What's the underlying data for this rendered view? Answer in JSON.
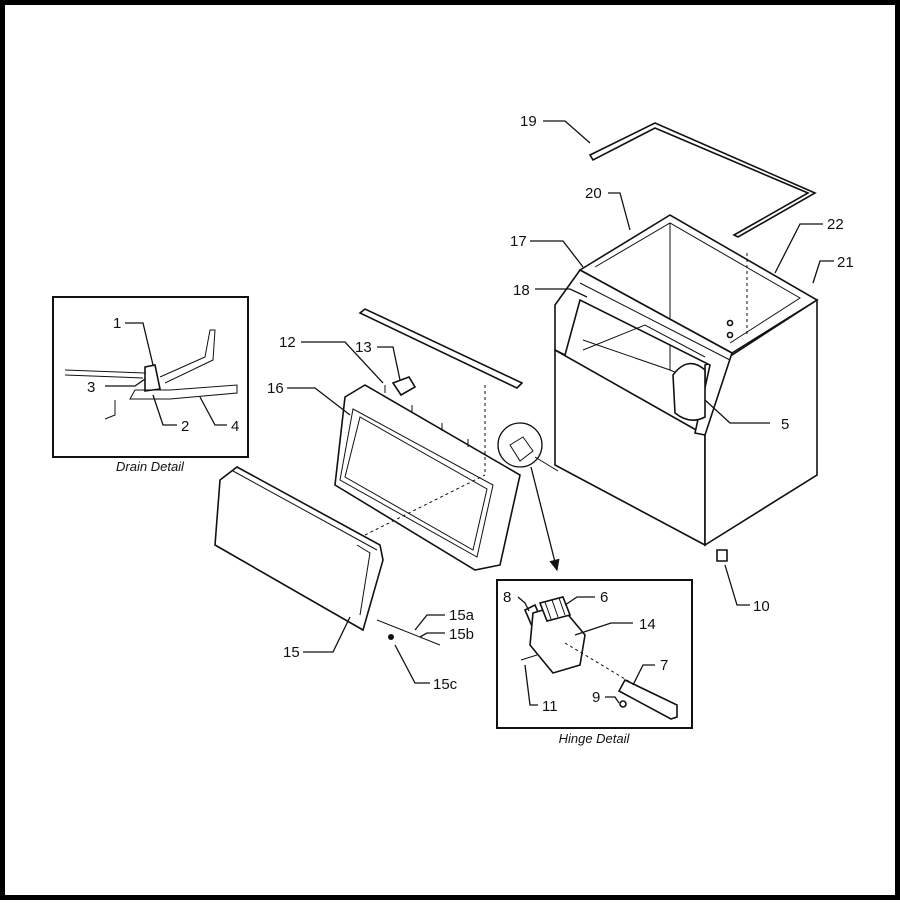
{
  "callouts": {
    "c1": "1",
    "c2": "2",
    "c3": "3",
    "c4": "4",
    "c5": "5",
    "c6": "6",
    "c7": "7",
    "c8": "8",
    "c9": "9",
    "c10": "10",
    "c11": "11",
    "c12": "12",
    "c13": "13",
    "c14": "14",
    "c15": "15",
    "c15a": "15a",
    "c15b": "15b",
    "c15c": "15c",
    "c16": "16",
    "c17": "17",
    "c18": "18",
    "c19": "19",
    "c20": "20",
    "c21": "21",
    "c22": "22"
  },
  "captions": {
    "drain": "Drain Detail",
    "hinge": "Hinge Detail"
  }
}
